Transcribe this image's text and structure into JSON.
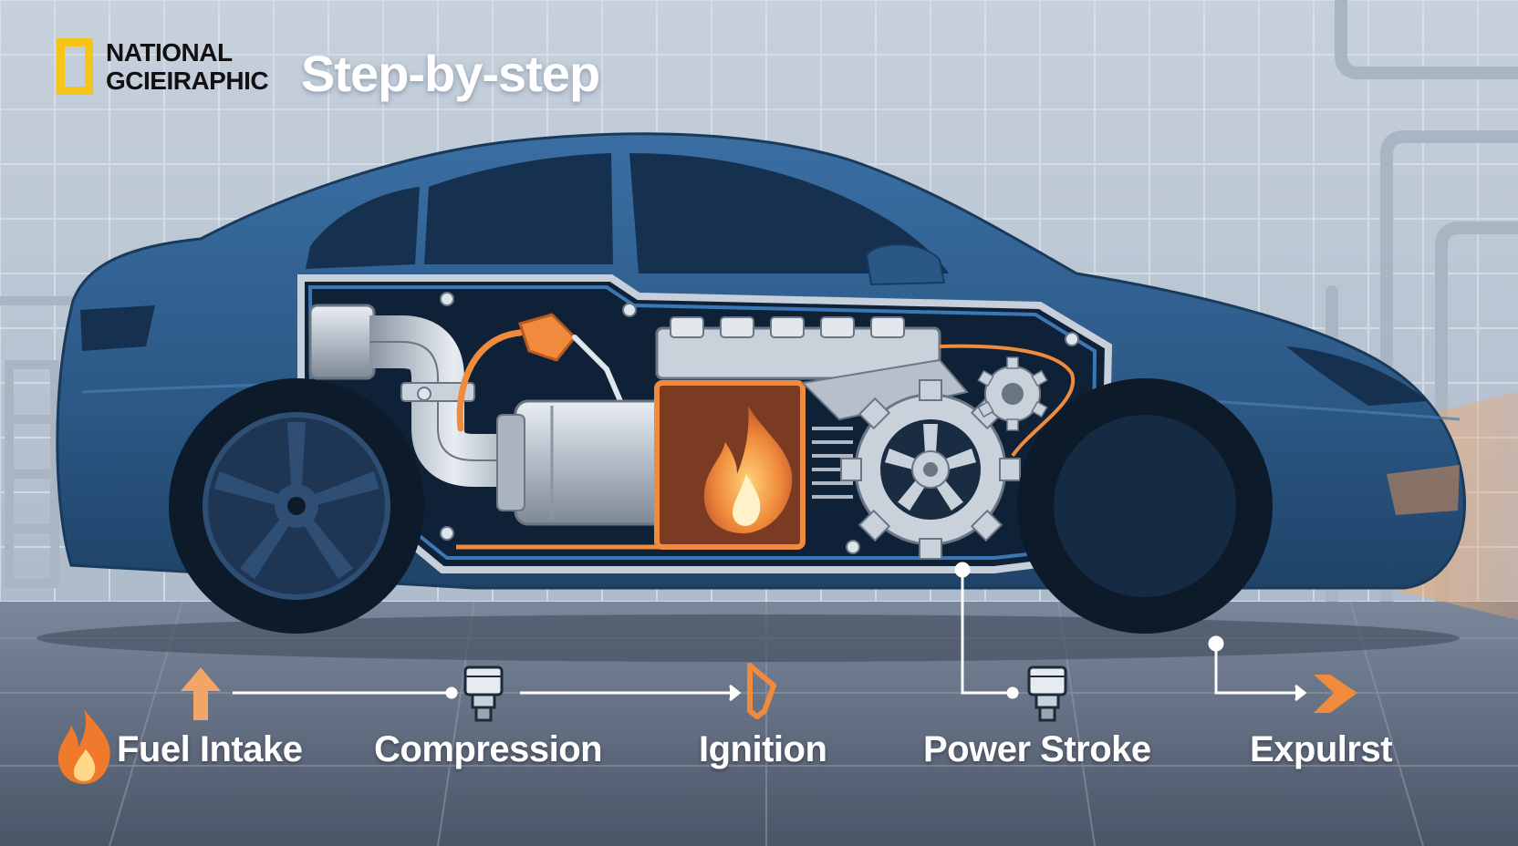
{
  "brand": {
    "logo_line1": "NATIONAL",
    "logo_line2": "GCIEIRAPHIC",
    "headline": "Step-by-step"
  },
  "steps": [
    {
      "label": "Fuel Intake",
      "icon": "flame-icon"
    },
    {
      "label": "Compression",
      "icon": "piston-icon"
    },
    {
      "label": "Ignition",
      "icon": "spark-plug-icon"
    },
    {
      "label": "Power Stroke",
      "icon": "piston-icon"
    },
    {
      "label": "Expulrst",
      "icon": "arrow-right-icon"
    }
  ],
  "colors": {
    "car_body": "#2d5c8c",
    "car_dark": "#1b3a5e",
    "accent_orange": "#f08a3c",
    "logo_yellow": "#f5c518",
    "floor": "#5d6a7e",
    "wall": "#bfcad7"
  }
}
